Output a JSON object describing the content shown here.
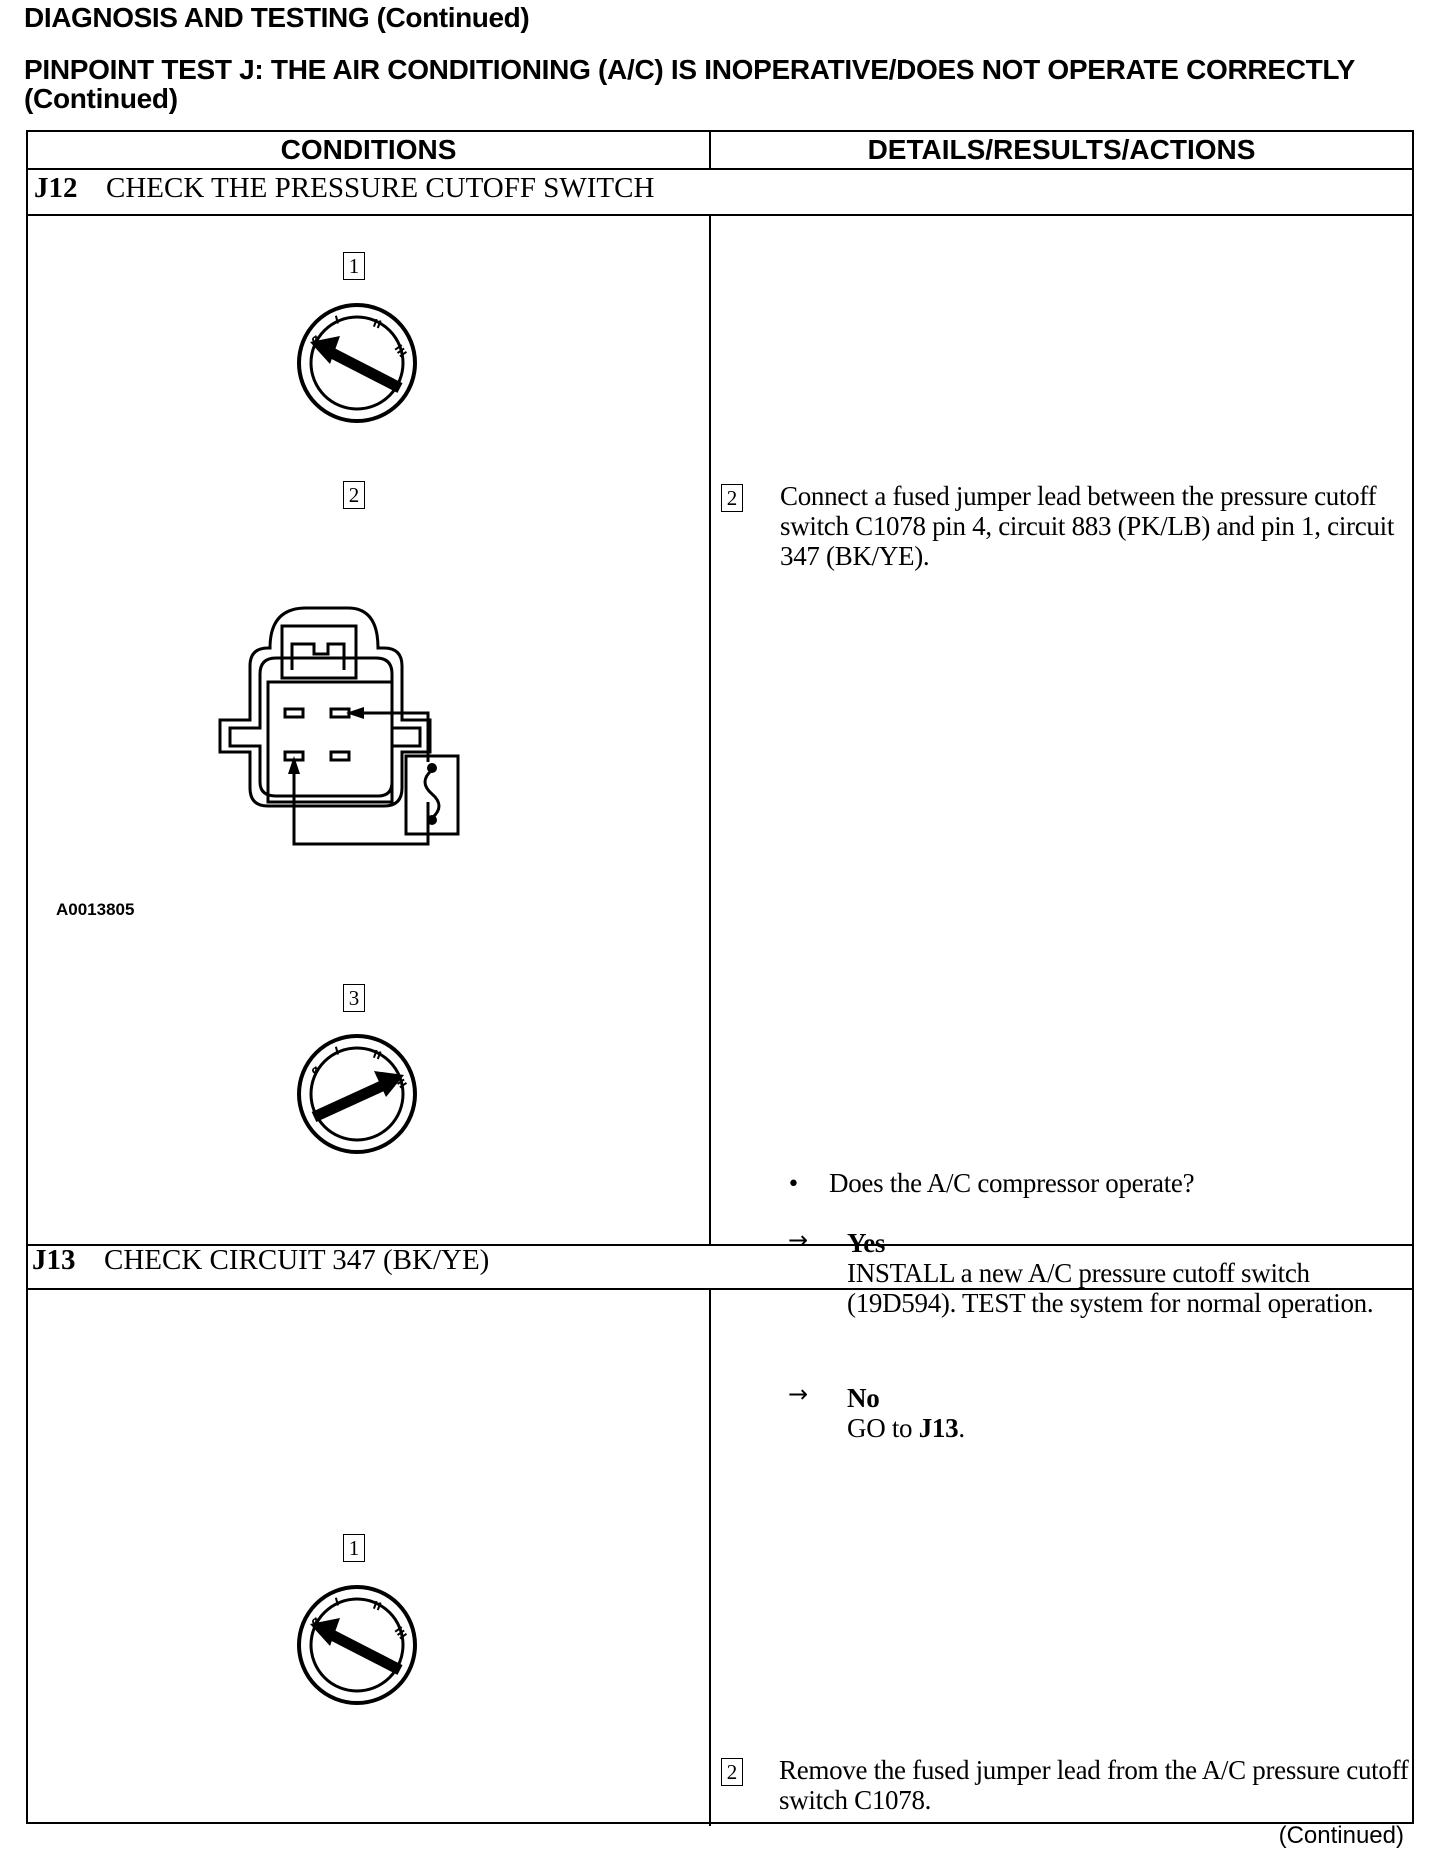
{
  "page": {
    "heading": "DIAGNOSIS AND TESTING (Continued)",
    "subheading": "PINPOINT TEST J: THE AIR CONDITIONING (A/C) IS INOPERATIVE/DOES NOT OPERATE CORRECTLY (Continued)",
    "footer": "(Continued)"
  },
  "table": {
    "col_conditions": "CONDITIONS",
    "col_details": "DETAILS/RESULTS/ACTIONS"
  },
  "j12": {
    "id": "J12",
    "title": "CHECK THE PRESSURE CUTOFF SWITCH",
    "steps": [
      "1",
      "2",
      "3"
    ],
    "figure_id": "A0013805",
    "switch_positions": [
      "OFF",
      "RUN"
    ],
    "detail_step": "2",
    "detail_text": "Connect a fused jumper lead between the pressure cutoff switch C1078 pin 4, circuit 883 (PK/LB) and pin 1, circuit 347 (BK/YE).",
    "question": "Does the A/C compressor operate?",
    "yes_label": "Yes",
    "yes_action": "INSTALL a new A/C pressure cutoff switch (19D594). TEST the system for normal operation.",
    "no_label": "No",
    "no_action_prefix": "GO to ",
    "no_action_link": "J13",
    "no_action_suffix": "."
  },
  "j13": {
    "id": "J13",
    "title": "CHECK CIRCUIT 347 (BK/YE)",
    "steps": [
      "1"
    ],
    "detail_step": "2",
    "detail_text": "Remove the fused jumper lead from the A/C pressure cutoff switch C1078."
  }
}
